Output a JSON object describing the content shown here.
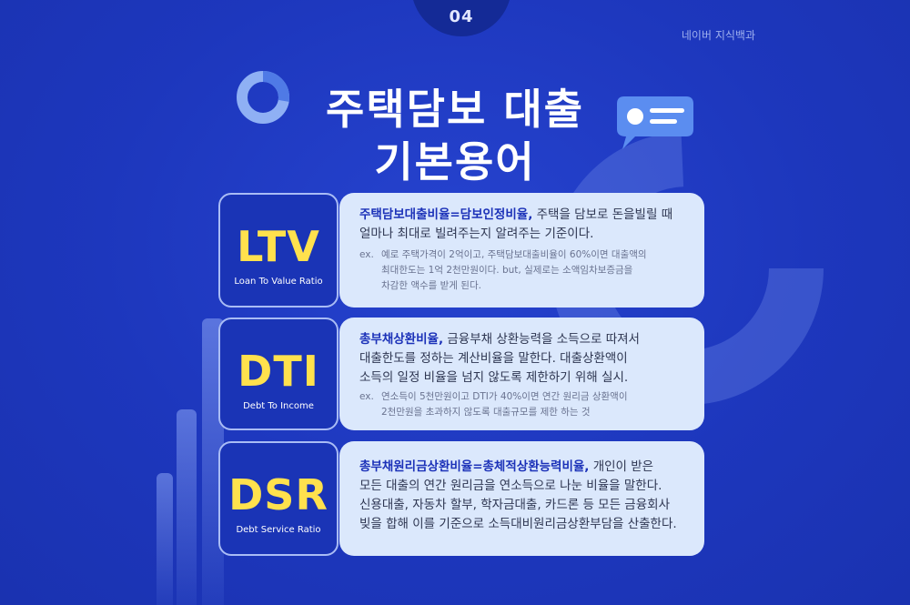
{
  "header": {
    "number": "04",
    "brand": "네이버 지식백과"
  },
  "title": {
    "line1": "주택담보 대출",
    "line2": "기본용어"
  },
  "terms": [
    {
      "abbr": "LTV",
      "full": "Loan To Value Ratio",
      "highlight": "주택담보대출비율=담보인정비율,",
      "lines": [
        " 주택을 담보로 돈을빌릴 때",
        "얼마나 최대로 빌려주는지 알려주는 기준이다."
      ],
      "example_tag": "ex.",
      "example": [
        "예로 주택가격이 2억이고, 주택담보대출비율이 60%이면 대출액의",
        "최대한도는 1억 2천만원이다. but, 실제로는 소액임차보증금을",
        "차감한 액수를 받게 된다."
      ]
    },
    {
      "abbr": "DTI",
      "full": "Debt To Income",
      "highlight": "총부채상환비율,",
      "lines": [
        " 금융부채 상환능력을 소득으로 따져서",
        "대출한도를 정하는 계산비율을 말한다. 대출상환액이",
        "소득의 일정 비율을 넘지 않도록 제한하기 위해 실시."
      ],
      "example_tag": "ex.",
      "example": [
        "연소득이 5천만원이고 DTI가 40%이면 연간 원리금 상환액이",
        "2천만원을 초과하지 않도록 대출규모를 제한 하는 것"
      ]
    },
    {
      "abbr": "DSR",
      "full": "Debt Service Ratio",
      "highlight": "총부채원리금상환비율=총체적상환능력비율,",
      "lines": [
        " 개인이 받은",
        "모든 대출의 연간 원리금을 연소득으로 나눈 비율을 말한다.",
        "신용대출, 자동차 할부, 학자금대출, 카드론 등 모든 금융회사",
        "빚을 합해 이를 기준으로 소득대비원리금상환부담을 산출한다."
      ]
    }
  ],
  "colors": {
    "background": "#1f3bc2",
    "accent_yellow": "#ffe14d",
    "highlight_blue": "#1b31b8",
    "card": "#dbe8fc"
  }
}
